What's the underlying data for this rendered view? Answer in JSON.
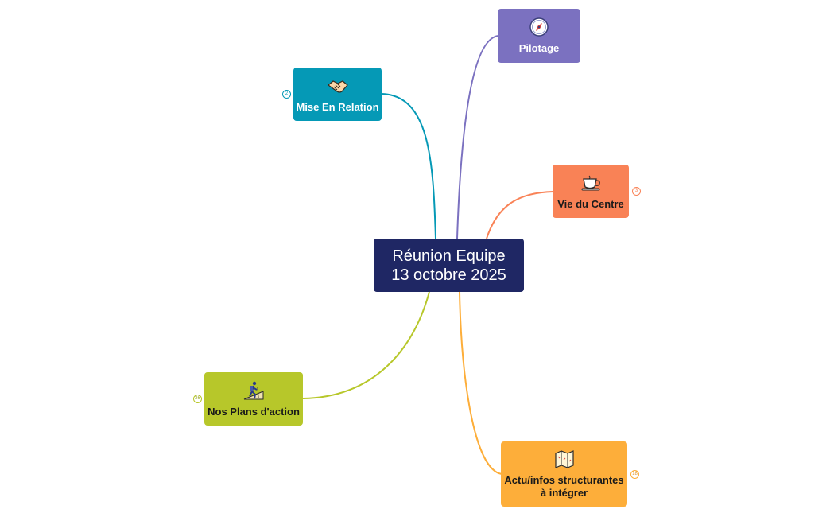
{
  "central": {
    "line1": "Réunion Equipe",
    "line2": "13 octobre 2025",
    "color": "#1f2764"
  },
  "branches": {
    "pilotage": {
      "label": "Pilotage",
      "color": "#7b71c0",
      "icon": "compass-icon"
    },
    "mise": {
      "label": "Mise En Relation",
      "color": "#0599b6",
      "icon": "handshake-icon",
      "count": "2"
    },
    "vie": {
      "label": "Vie du Centre",
      "color": "#f98256",
      "icon": "coffee-cup-icon",
      "count": "3"
    },
    "plans": {
      "label": "Nos Plans d'action",
      "color": "#b7c72a",
      "icon": "hiker-icon",
      "count": "26"
    },
    "actu": {
      "line1": "Actu/infos structurantes",
      "line2": "à intégrer",
      "color": "#fdae3a",
      "icon": "map-icon",
      "count": "18"
    }
  }
}
